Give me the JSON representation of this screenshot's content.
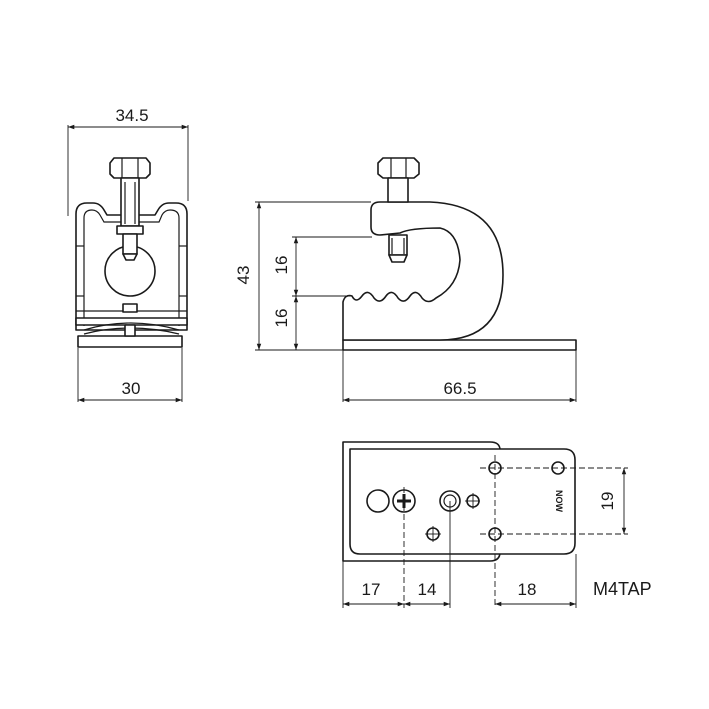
{
  "dimensions": {
    "front_top_width": "34.5",
    "front_base_width": "30",
    "side_total_height": "43",
    "side_upper": "16",
    "side_lower": "16",
    "side_base_length": "66.5",
    "bottom_a": "17",
    "bottom_b": "14",
    "bottom_c": "18",
    "bottom_height": "19"
  },
  "labels": {
    "thread_note": "M4TAP",
    "part_mark": "NOW"
  },
  "colors": {
    "line": "#1a1a1a",
    "background": "#ffffff"
  }
}
